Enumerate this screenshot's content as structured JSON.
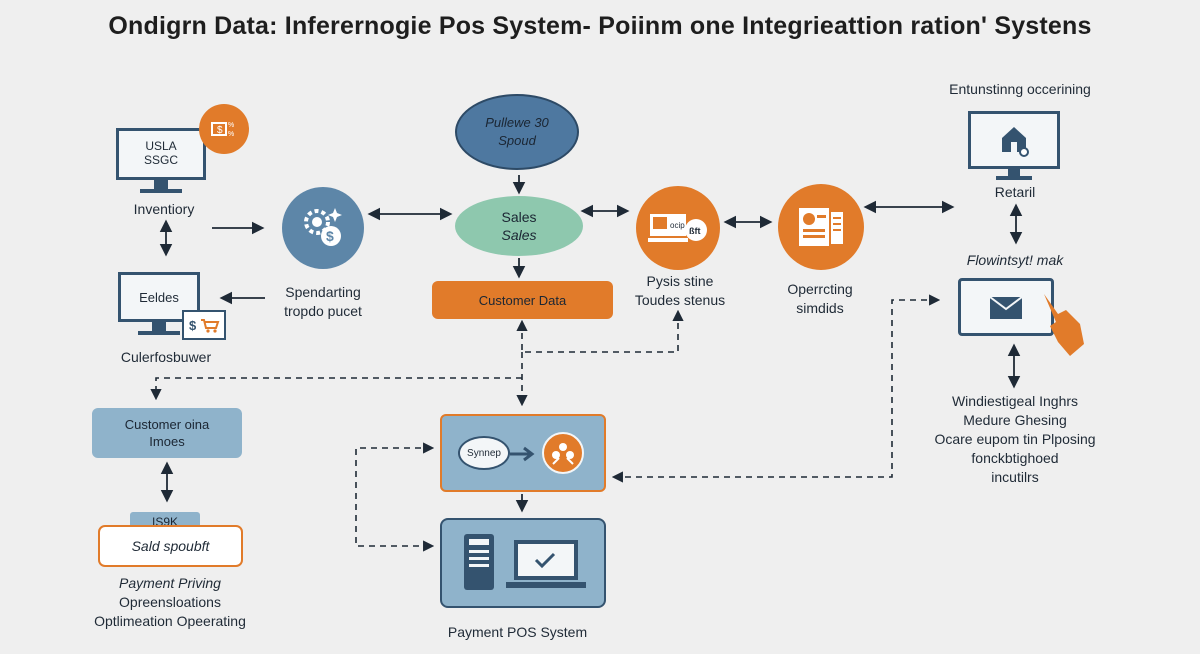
{
  "title": "Ondigrn Data: Inferernogie Pos System- Poiinm one Integrieattion ration' Systens",
  "nodes": {
    "inventory": {
      "screen_line1": "USLA",
      "screen_line2": "SSGC",
      "icon_text": "$",
      "label": "Inventiory"
    },
    "bubble_icon": "orange-tag-icon",
    "gears": {
      "icon": "gear-dollar-icon",
      "label_line1": "Spendarting",
      "label_line2": "tropdo pucet"
    },
    "eeldes": {
      "screen": "Eeldes",
      "icon": "cart-icon",
      "label": "Culerfosbuwer"
    },
    "cloud": {
      "line1": "Pullewe 30",
      "line2": "Spoud"
    },
    "sales": {
      "line1": "Sales",
      "line2": "Sales"
    },
    "customer_data": "Customer Data",
    "pos_orange": {
      "icon_text": "ocip",
      "icon_text2": "ßft",
      "label_line1": "Pysis stine",
      "label_line2": "Toudes stenus"
    },
    "operating": {
      "icon": "document-icon",
      "label_line1": "Operrcting",
      "label_line2": "simdids"
    },
    "retail": {
      "top_label": "Entunstinng occerining",
      "icon": "house-monitor-icon",
      "label": "Retaril"
    },
    "flow": {
      "label": "Flowintsyt! mak",
      "icon": "envelope-tablet-icon"
    },
    "right_text": [
      "Windiestigeal Inghrs",
      "Medure Ghesing",
      "Ocare eupom tin Plposing",
      "fonckbtighoed",
      "incutilrs"
    ],
    "customer_times": {
      "line1": "Customer oina",
      "line2": "Imoes"
    },
    "tag": "IS9K",
    "sal_box": "Sald spoubft",
    "payment_text": [
      "Payment Priving",
      "Opreensloations",
      "Optlimeation  Opeerating"
    ],
    "sync": {
      "label": "Synnep",
      "icon": "people-icon"
    },
    "pos_system": {
      "label": "Payment POS System",
      "icon": "terminal-laptop-icon"
    }
  },
  "colors": {
    "navy": "#34536f",
    "steel": "#5d86a8",
    "light_blue": "#8fb3cb",
    "orange": "#e17b2a",
    "teal": "#8ec8ae",
    "cloud_blue": "#4e78a0"
  }
}
